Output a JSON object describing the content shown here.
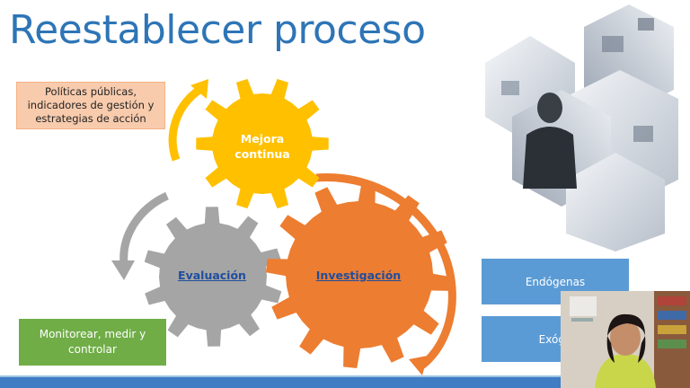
{
  "slide": {
    "title": "Reestablecer proceso",
    "boxes": {
      "policy": "Políticas públicas, indicadores de gestión y estrategias de acción",
      "monitor": "Monitorear, medir y controlar",
      "endogenas": "Endógenas",
      "exogenas": "Exóge"
    },
    "gears": {
      "mejora": "Mejora continua",
      "evaluacion": "Evaluación",
      "investigacion": "Investigación"
    }
  },
  "colors": {
    "title": "#2e75b6",
    "gear_yellow": "#ffc000",
    "gear_gray": "#a5a5a5",
    "gear_orange": "#ed7d31",
    "box_blue": "#5b9bd5",
    "box_green": "#70ad47",
    "box_salmon": "#f8cbad",
    "bottom_bar": "#3e7cc4"
  }
}
